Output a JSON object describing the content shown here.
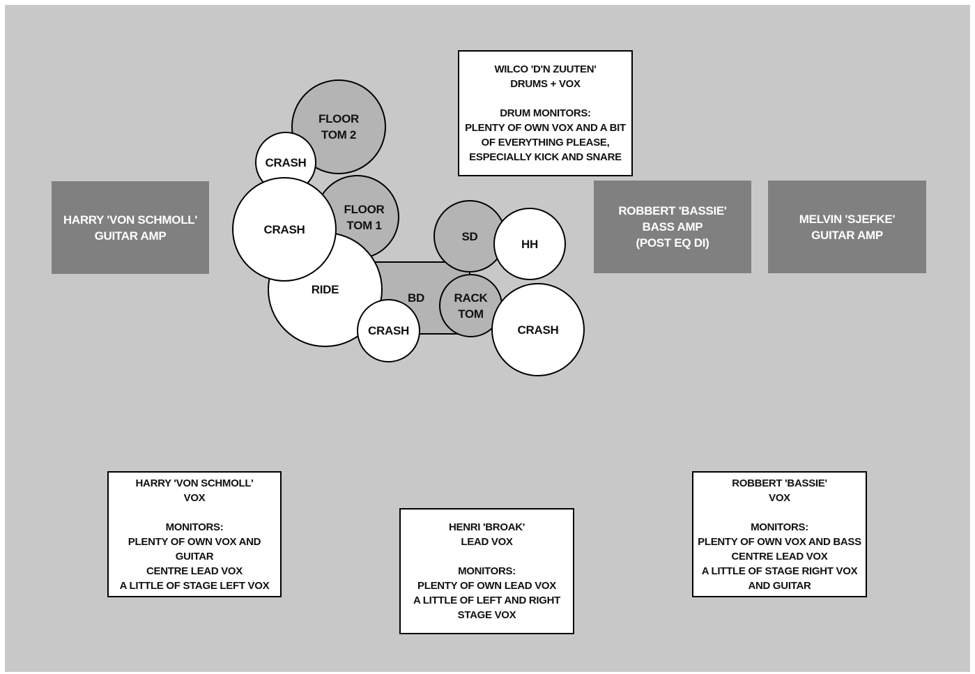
{
  "colors": {
    "stage_background": "#c8c8c8",
    "amp_fill": "#808080",
    "drum_fill": "#b4b4b4",
    "cymbal_fill": "#ffffff",
    "note_fill": "#ffffff",
    "outline": "#000000"
  },
  "drum_kit": {
    "floor_tom_2": [
      "FLOOR",
      "TOM 2"
    ],
    "crash_upper": "CRASH",
    "floor_tom_1": [
      "FLOOR",
      "TOM 1"
    ],
    "crash_large": "CRASH",
    "ride": "RIDE",
    "snare": "SD",
    "hihat": "HH",
    "bass_drum": "BD",
    "rack_tom": [
      "RACK",
      "TOM"
    ],
    "crash_lower": "CRASH",
    "crash_right": "CRASH"
  },
  "amps": {
    "harry": [
      "HARRY 'VON SCHMOLL'",
      "GUITAR AMP"
    ],
    "robbert": [
      "ROBBERT 'BASSIE'",
      "BASS AMP",
      "(POST EQ DI)"
    ],
    "melvin": [
      "MELVIN 'SJEFKE'",
      "GUITAR AMP"
    ]
  },
  "notes": {
    "drums": {
      "header": [
        "WILCO 'D'N ZUUTEN'",
        "DRUMS + VOX"
      ],
      "body": [
        "DRUM MONITORS:",
        "PLENTY OF OWN VOX AND A BIT",
        "OF EVERYTHING PLEASE,",
        "ESPECIALLY KICK AND SNARE"
      ]
    },
    "harry": {
      "header": [
        "HARRY 'VON SCHMOLL'",
        "VOX"
      ],
      "body": [
        "MONITORS:",
        "PLENTY OF OWN VOX AND GUITAR",
        "CENTRE LEAD VOX",
        "A LITTLE OF STAGE LEFT VOX"
      ]
    },
    "henri": {
      "header": [
        "HENRI 'BROAK'",
        "LEAD VOX"
      ],
      "body": [
        "MONITORS:",
        "PLENTY OF OWN LEAD VOX",
        "A LITTLE OF LEFT AND RIGHT",
        "STAGE VOX"
      ]
    },
    "robbert": {
      "header": [
        "ROBBERT 'BASSIE'",
        "VOX"
      ],
      "body": [
        "MONITORS:",
        "PLENTY OF OWN VOX AND BASS",
        "CENTRE LEAD VOX",
        "A LITTLE OF STAGE RIGHT VOX",
        "AND GUITAR"
      ]
    }
  }
}
